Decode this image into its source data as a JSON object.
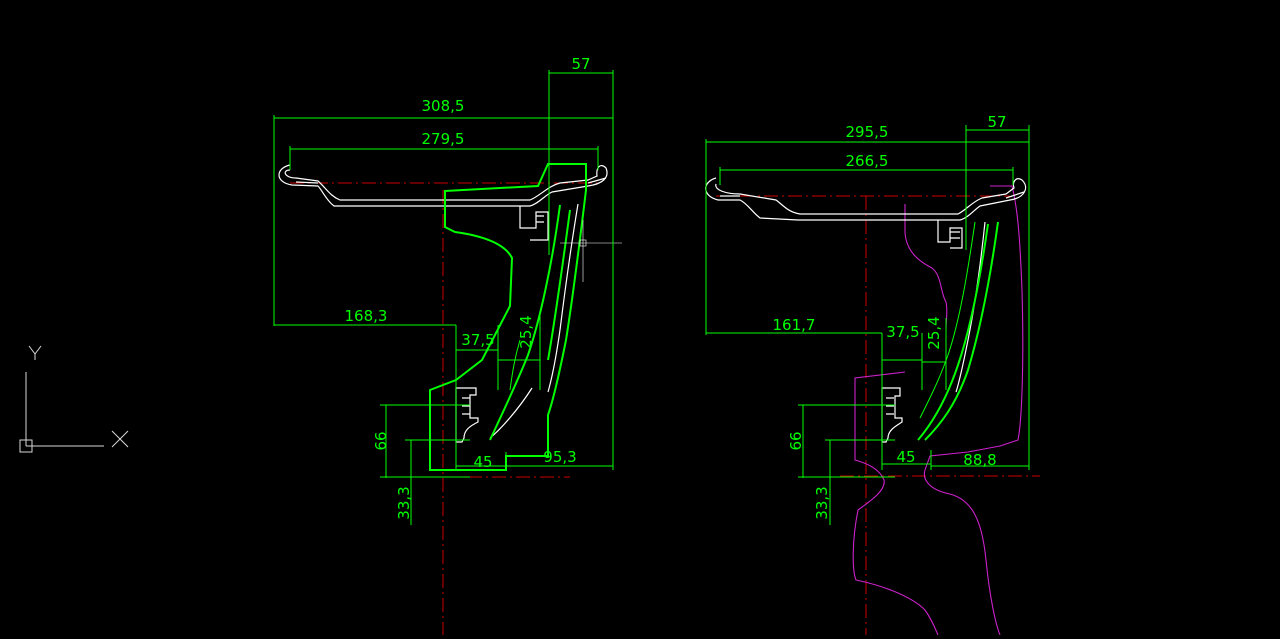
{
  "ucs": {
    "x_label": "X",
    "y_label": "Y"
  },
  "colors": {
    "background": "#000000",
    "dimension": "#00ff00",
    "profile": "#ffffff",
    "centerline": "#cc0000",
    "tyre_contour": "#cc22cc"
  },
  "left_section": {
    "overall_width": "308,5",
    "inner_width": "279,5",
    "offset_top": "57",
    "radius_left": "168,3",
    "step_width": "37,5",
    "step_height": "25,4",
    "hub_height": "66",
    "hub_base": "33,3",
    "hub_width": "45",
    "hub_radius_right": "95,3"
  },
  "right_section": {
    "overall_width": "295,5",
    "inner_width": "266,5",
    "offset_top": "57",
    "radius_left": "161,7",
    "step_width": "37,5",
    "step_height": "25,4",
    "hub_height": "66",
    "hub_base": "33,3",
    "hub_width": "45",
    "hub_radius_right": "88,8"
  }
}
